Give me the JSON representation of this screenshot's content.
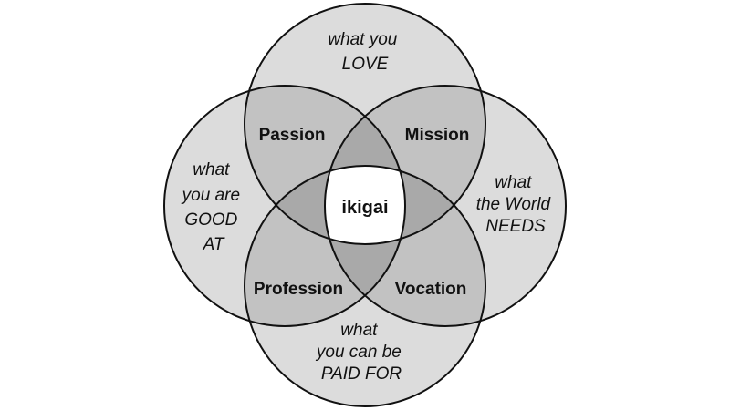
{
  "circles": {
    "love": {
      "lines": [
        "what you",
        "LOVE"
      ]
    },
    "good_at": {
      "lines": [
        "what",
        "you are",
        "GOOD",
        "AT"
      ]
    },
    "world_needs": {
      "lines": [
        "what",
        "the World",
        "NEEDS"
      ]
    },
    "paid_for": {
      "lines": [
        "what",
        "you can be",
        "PAID FOR"
      ]
    }
  },
  "regions": {
    "passion": "Passion",
    "mission": "Mission",
    "profession": "Profession",
    "vocation": "Vocation"
  },
  "center": "ikigai",
  "colors": {
    "single_overlap": "#dcdcdc",
    "double_overlap": "#c2c2c2",
    "triple_overlap": "#a9a9a9",
    "center": "#ffffff",
    "stroke": "#111111"
  }
}
